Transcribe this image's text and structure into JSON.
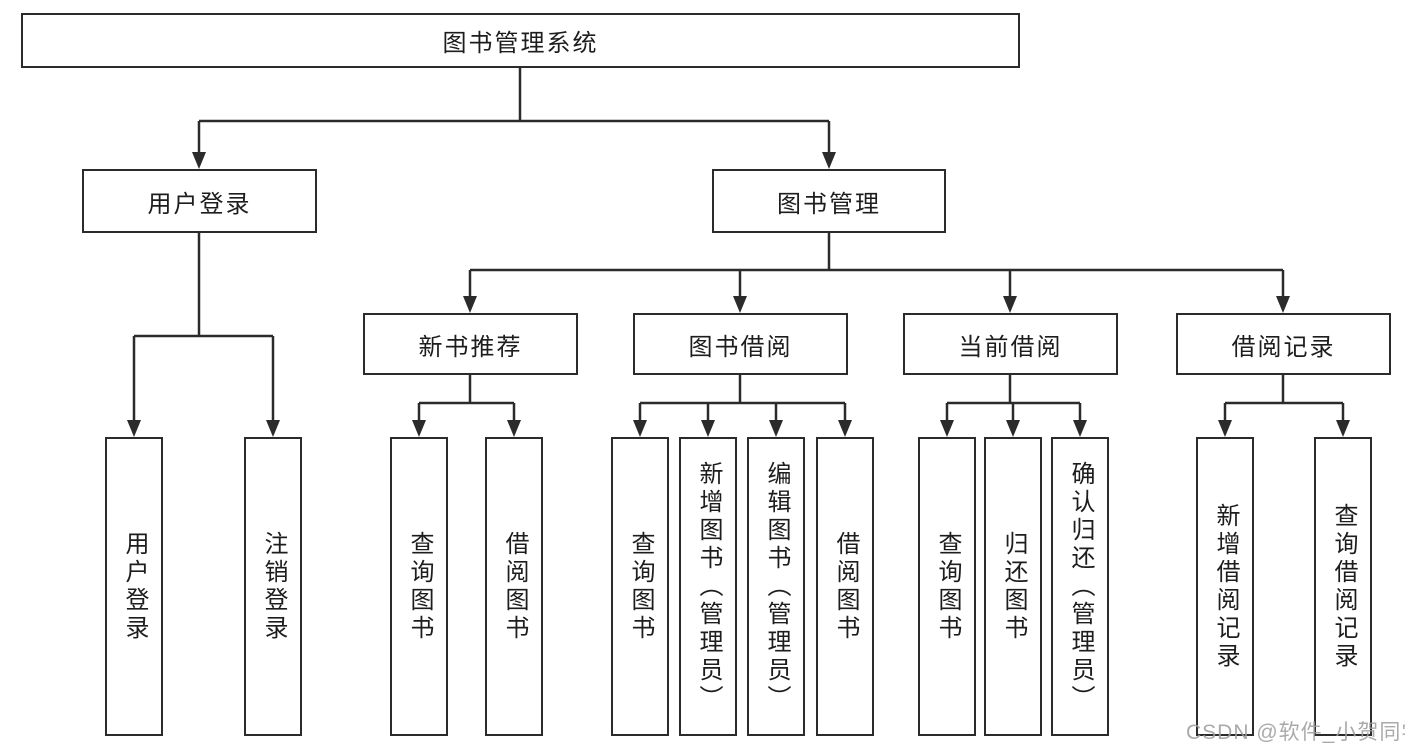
{
  "diagram": {
    "title": "图书管理系统",
    "tree": {
      "root": {
        "label": "图书管理系统"
      },
      "branches": [
        {
          "label": "用户登录",
          "children": [
            {
              "label": "用户登录"
            },
            {
              "label": "注销登录"
            }
          ]
        },
        {
          "label": "图书管理",
          "children": [
            {
              "label": "新书推荐",
              "children": [
                {
                  "label": "查询图书"
                },
                {
                  "label": "借阅图书"
                }
              ]
            },
            {
              "label": "图书借阅",
              "children": [
                {
                  "label": "查询图书"
                },
                {
                  "label": "新增图书（管理员）"
                },
                {
                  "label": "编辑图书（管理员）"
                },
                {
                  "label": "借阅图书"
                }
              ]
            },
            {
              "label": "当前借阅",
              "children": [
                {
                  "label": "查询图书"
                },
                {
                  "label": "归还图书"
                },
                {
                  "label": "确认归还（管理员）"
                }
              ]
            },
            {
              "label": "借阅记录",
              "children": [
                {
                  "label": "新增借阅记录"
                },
                {
                  "label": "查询借阅记录"
                }
              ]
            }
          ]
        }
      ]
    }
  },
  "watermark": {
    "text": "CSDN @软件_小贺同学"
  },
  "colors": {
    "background": "#ffffff",
    "border": "#2b2b2b",
    "line": "#2b2b2b",
    "text": "#1d1d1d",
    "watermark": "#9e9e9e"
  }
}
